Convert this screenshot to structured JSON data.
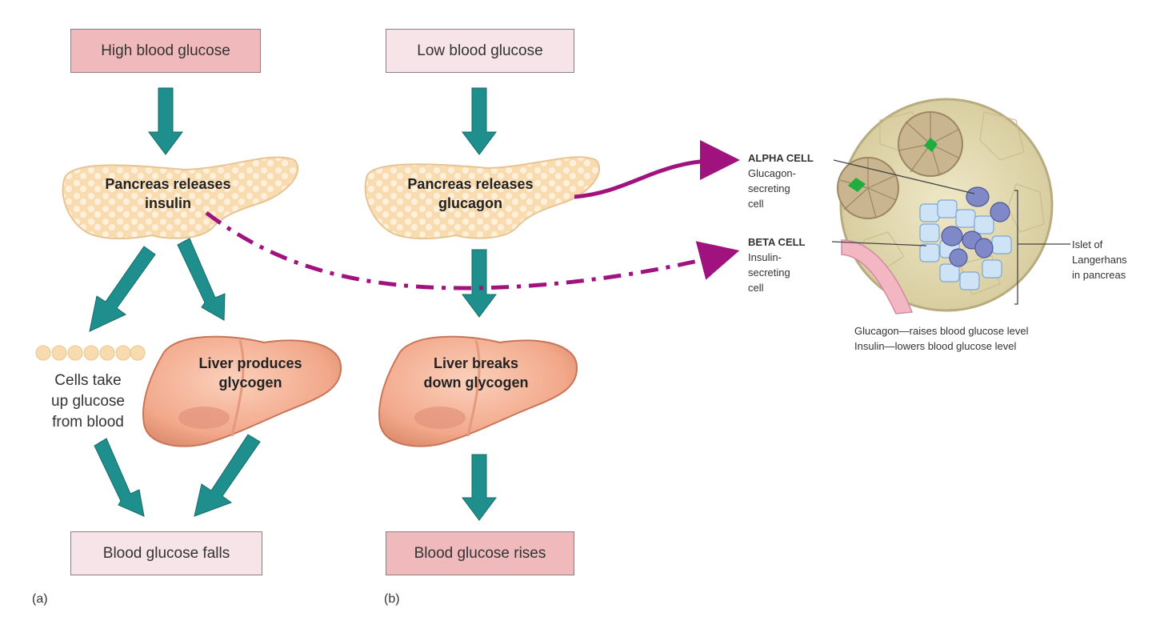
{
  "panel_a": {
    "top_box": "High blood glucose",
    "pancreas_label_line1": "Pancreas releases",
    "pancreas_label_line2": "insulin",
    "cells_line1": "Cells take",
    "cells_line2": "up glucose",
    "cells_line3": "from blood",
    "liver_line1": "Liver produces",
    "liver_line2": "glycogen",
    "bottom_box": "Blood glucose falls",
    "panel_letter": "(a)"
  },
  "panel_b": {
    "top_box": "Low blood glucose",
    "pancreas_label_line1": "Pancreas releases",
    "pancreas_label_line2": "glucagon",
    "liver_line1": "Liver breaks",
    "liver_line2": "down glycogen",
    "bottom_box": "Blood glucose rises",
    "panel_letter": "(b)"
  },
  "islet": {
    "alpha_title": "ALPHA CELL",
    "alpha_line1": "Glucagon-",
    "alpha_line2": "secreting",
    "alpha_line3": "cell",
    "beta_title": "BETA CELL",
    "beta_line1": "Insulin-",
    "beta_line2": "secreting",
    "beta_line3": "cell",
    "islet_line1": "Islet of",
    "islet_line2": "Langerhans",
    "islet_line3": "in pancreas",
    "caption_line1": "Glucagon—raises blood glucose level",
    "caption_line2": "Insulin—lowers blood glucose level"
  },
  "colors": {
    "arrow_teal": "#1e8f8c",
    "connector_purple": "#a0127e",
    "box_red": "#f0b9bb",
    "box_pale": "#f6e4e8",
    "liver": "#f2a88a",
    "pancreas": "#f8dcb0"
  }
}
